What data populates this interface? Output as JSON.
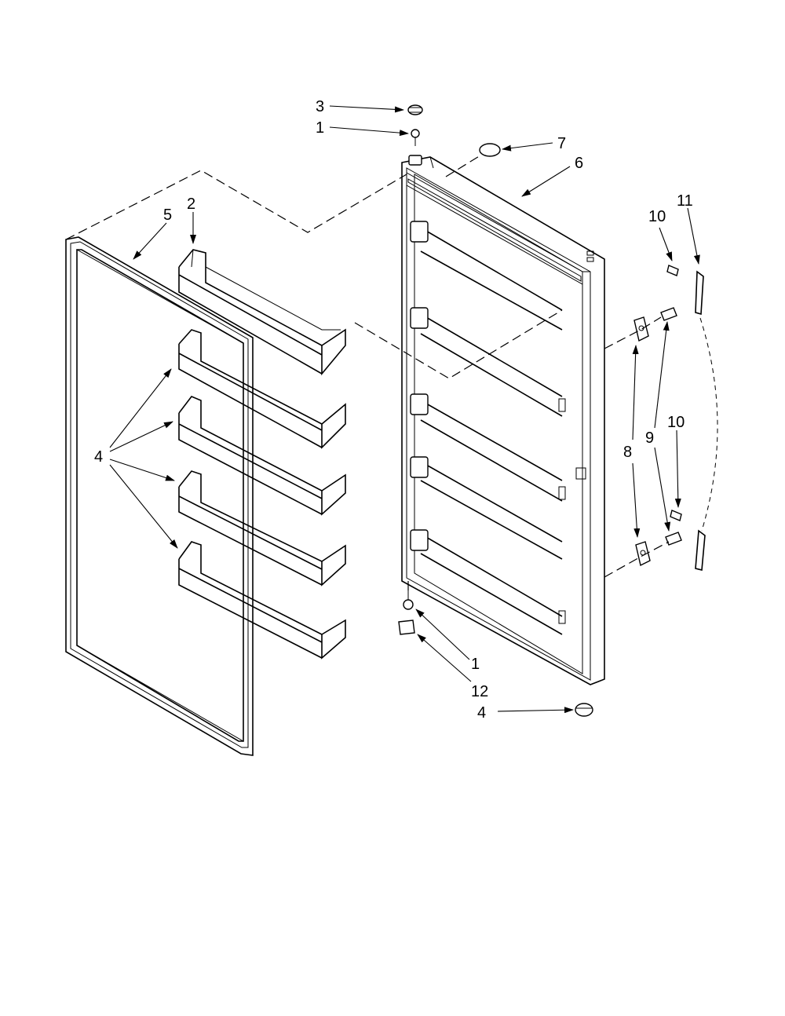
{
  "callouts": [
    {
      "id": "c3-top",
      "text": "3"
    },
    {
      "id": "c1-top",
      "text": "1"
    },
    {
      "id": "c7",
      "text": "7"
    },
    {
      "id": "c6",
      "text": "6"
    },
    {
      "id": "c5",
      "text": "5"
    },
    {
      "id": "c2",
      "text": "2"
    },
    {
      "id": "c10-top",
      "text": "10"
    },
    {
      "id": "c11",
      "text": "11"
    },
    {
      "id": "c4-left",
      "text": "4"
    },
    {
      "id": "c8",
      "text": "8"
    },
    {
      "id": "c9",
      "text": "9"
    },
    {
      "id": "c10-bottom",
      "text": "10"
    },
    {
      "id": "c1-bottom",
      "text": "1"
    },
    {
      "id": "c12",
      "text": "12"
    },
    {
      "id": "c4-bottom",
      "text": "4"
    }
  ]
}
